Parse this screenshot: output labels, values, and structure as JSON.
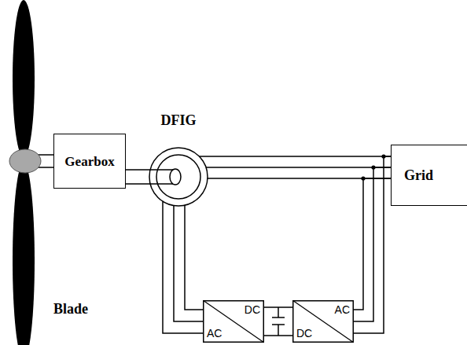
{
  "diagram": {
    "nodes": [
      {
        "text": [
          "Gearbox"
        ]
      },
      {
        "text": [
          "DFIG"
        ]
      },
      {
        "text": [
          "Grid"
        ]
      },
      {
        "text": [
          "DC",
          "AC"
        ]
      },
      {
        "text": [
          "AC",
          "DC"
        ]
      }
    ],
    "edges": [
      {
        "from": 0,
        "to": 1,
        "arrow": "none"
      },
      {
        "from": 1,
        "to": 2,
        "arrow": "none"
      },
      {
        "from": 1,
        "to": 3,
        "arrow": "none"
      },
      {
        "from": 3,
        "to": 4,
        "arrow": "none"
      },
      {
        "from": 4,
        "to": 2,
        "arrow": "none"
      }
    ],
    "labels": [
      "Blade"
    ]
  }
}
